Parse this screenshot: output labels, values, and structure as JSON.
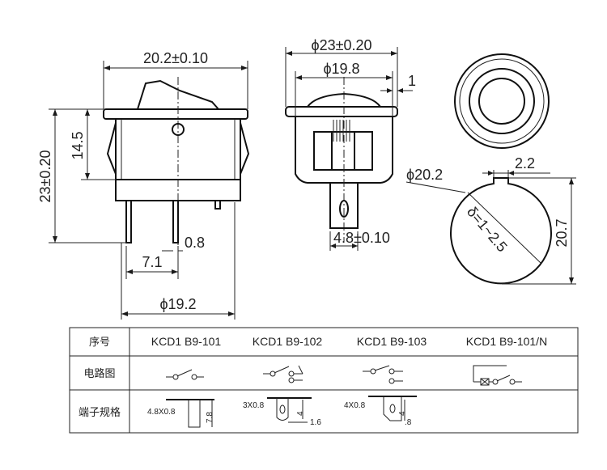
{
  "dimensions": {
    "side_width": "20.2±0.10",
    "side_height_total": "23±0.20",
    "side_height_body": "14.5",
    "pin_spacing": "7.1",
    "pin_thickness": "0.8",
    "base_diameter": "ϕ19.2",
    "front_flange_diameter": "ϕ23±0.20",
    "front_body_diameter": "ϕ19.8",
    "flange_gap": "1",
    "terminal_width": "4.8±0.10",
    "cutout_diameter": "ϕ20.2",
    "cutout_key": "2.2",
    "cutout_height": "20.7",
    "panel_thickness": "δ=1~2.5"
  },
  "table": {
    "row_labels": {
      "model": "序号",
      "circuit": "电路图",
      "terminal": "端子规格"
    },
    "models": [
      "KCD1 B9-101",
      "KCD1 B9-102",
      "KCD1 B9-103",
      "KCD1 B9-101/N"
    ],
    "terminal_specs": {
      "t1_size": "4.8X0.8",
      "t1_height": "7.8",
      "t2_size": "3X0.8",
      "t2_height": "4",
      "t2_offset": "1.6",
      "t3_size": "4X0.8",
      "t3_height": "4",
      "t3_offset": ".8"
    }
  }
}
